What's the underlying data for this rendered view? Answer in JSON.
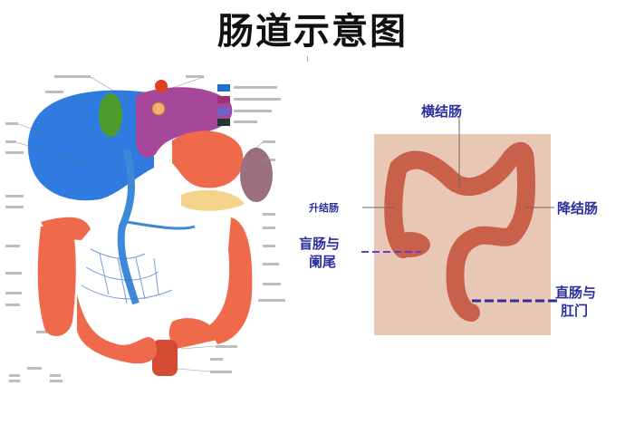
{
  "title": "肠道示意图",
  "left_figure": {
    "description": "Anatomical illustration of hepatic portal venous system with liver, stomach, spleen, pancreas, small intestine and colon",
    "legend": {
      "colors": [
        "#1e6fd0",
        "#a0307a",
        "#6a63d0",
        "#1d3a30"
      ]
    },
    "colors": {
      "liver_blue": "#2f7be0",
      "stomach_purple": "#a7479b",
      "gallbladder_green": "#4e9a2a",
      "intestine_red": "#ef6a4a",
      "spleen_mauve": "#9b6f80",
      "vein_blue": "#3d88d8"
    }
  },
  "right_figure": {
    "labels": {
      "transverse_colon": "横结肠",
      "ascending_colon": "升结肠",
      "descending_colon": "降结肠",
      "cecum_appendix_line1": "盲肠与",
      "cecum_appendix_line2": "阑尾",
      "rectum_anus_line1": "直肠与",
      "rectum_anus_line2": "肛门"
    },
    "colors": {
      "skin": "#e9c7b5",
      "colon": "#c9604a",
      "label": "#2b2f9e",
      "dash_line": "#5a3fd0"
    }
  }
}
